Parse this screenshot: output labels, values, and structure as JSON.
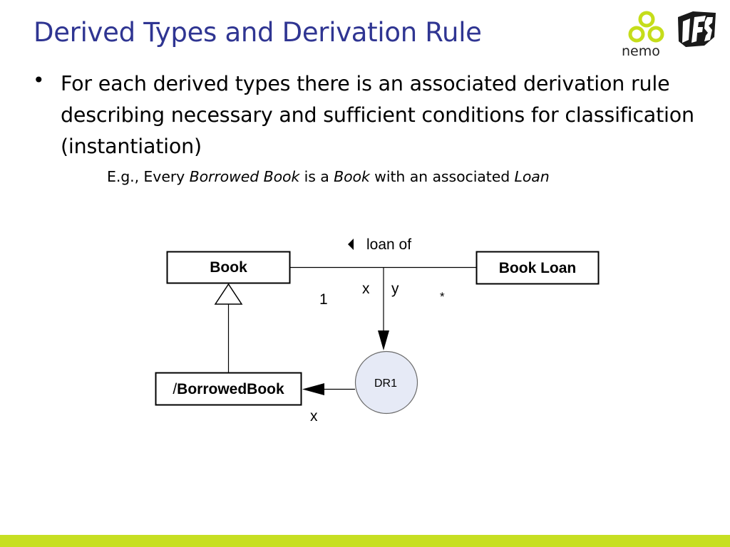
{
  "slide": {
    "title": "Derived Types and Derivation Rule",
    "bullet": "For each derived types there is an associated derivation rule describing necessary and sufficient conditions for classification (instantiation)",
    "bullet_symbol": "•",
    "example": {
      "prefix": "E.g., Every ",
      "term1": "Borrowed Book",
      "mid1": " is a ",
      "term2": "Book",
      "mid2": " with an associated ",
      "term3": "Loan"
    }
  },
  "logos": {
    "nemo": "nemo",
    "ufes": "UFES"
  },
  "diagram": {
    "book": "Book",
    "book_loan": "Book Loan",
    "borrowed_book_prefix": "/",
    "borrowed_book": "BorrowedBook",
    "association_name": "loan of",
    "mult_book": "1",
    "mult_loan": "*",
    "var_x": "x",
    "var_y": "y",
    "rule": "DR1",
    "output_var": "x"
  },
  "colors": {
    "title": "#2f3592",
    "bottom_bar": "#c7df22",
    "logo_green": "#c5dd1a",
    "rule_fill": "#e6eaf6"
  }
}
